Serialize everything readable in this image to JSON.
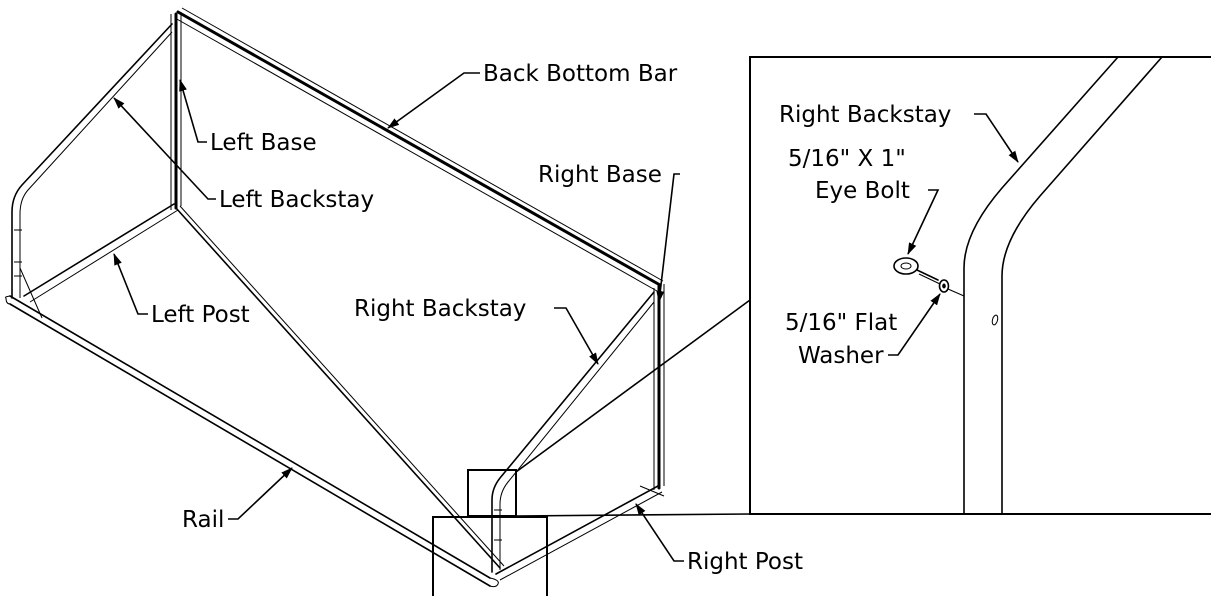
{
  "labels": {
    "back_bottom_bar": "Back Bottom Bar",
    "left_base": "Left Base",
    "left_backstay": "Left Backstay",
    "right_base": "Right Base",
    "left_post": "Left Post",
    "right_backstay": "Right Backstay",
    "rail": "Rail",
    "right_post": "Right Post"
  },
  "detail": {
    "right_backstay": "Right Backstay",
    "eye_bolt_line1": "5/16\" X 1\"",
    "eye_bolt_line2": "Eye Bolt",
    "washer_line1": "5/16\" Flat",
    "washer_line2": "Washer"
  }
}
